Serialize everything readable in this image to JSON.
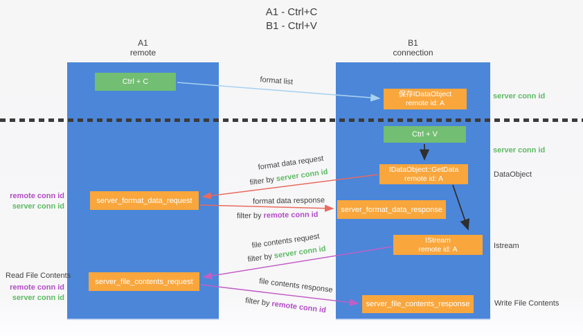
{
  "title": {
    "line1": "A1 - Ctrl+C",
    "line2": "B1 - Ctrl+V"
  },
  "lanes": {
    "left": {
      "name": "A1",
      "subtitle": "remote"
    },
    "right": {
      "name": "B1",
      "subtitle": "connection"
    }
  },
  "nodes": {
    "ctrl_c": {
      "label": "Ctrl + C"
    },
    "save_dataobject": {
      "line1": "保存IDataObject",
      "line2": "remote id: A"
    },
    "ctrl_v": {
      "label": "Ctrl + V"
    },
    "getdata": {
      "line1": "IDataObject::GetData",
      "line2": "remote id: A"
    },
    "format_request": {
      "label": "server_format_data_request"
    },
    "format_response": {
      "label": "server_format_data_response"
    },
    "istream": {
      "line1": "IStream",
      "line2": "remote id: A"
    },
    "file_request": {
      "label": "server_file_contents_request"
    },
    "file_response": {
      "label": "server_file_contents_response"
    }
  },
  "edge_labels": {
    "format_list": "format list",
    "format_data_request": "format data request",
    "format_data_response": "format data response",
    "file_contents_request": "file contents request",
    "file_contents_response": "file contents response",
    "filter_by": "filter by ",
    "server_conn_id": "server conn id",
    "remote_conn_id": "remote conn id"
  },
  "side_labels": {
    "left_format_remote": "remote conn id",
    "left_format_server": "server conn id",
    "read_file_contents": "Read File Contents",
    "left_file_remote": "remote conn id",
    "left_file_server": "server conn id",
    "right_server_conn_top": "server conn id",
    "right_server_conn_mid": "server conn id",
    "dataobject": "DataObject",
    "istream": "Istream",
    "write_file_contents": "Write File Contents"
  },
  "colors": {
    "lane_blue": "#4b86d9",
    "green_box": "#72be72",
    "orange_box": "#f9a63c",
    "arrow_light_blue": "#a9d2ee",
    "arrow_red": "#e96a5e",
    "arrow_magenta": "#c25fc5",
    "arrow_black": "#2f2f2f",
    "text_green": "#5eb964",
    "text_purple": "#b14cc4",
    "dotted_line": "#3b3b3b"
  }
}
